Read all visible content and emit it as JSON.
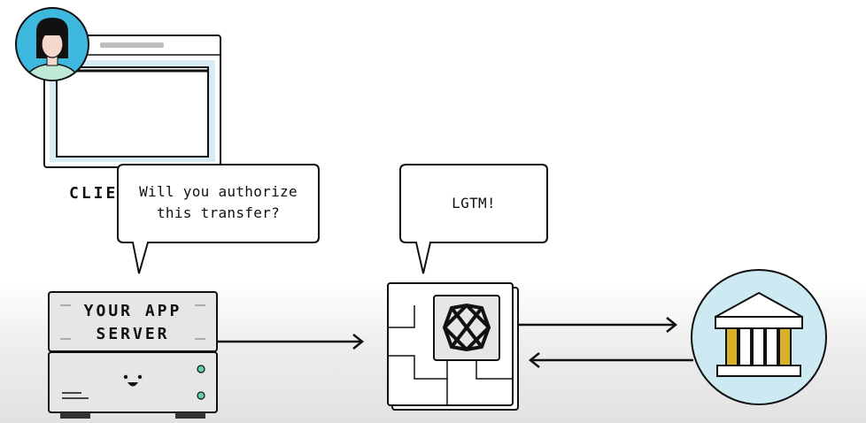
{
  "client": {
    "label": "CLIENT"
  },
  "server": {
    "label_line1": "YOUR APP",
    "label_line2": "SERVER"
  },
  "bubbles": {
    "authorize": {
      "line1": "Will you authorize",
      "line2": "this transfer?"
    },
    "reply": {
      "text": "LGTM!"
    }
  },
  "icons": {
    "user": "user-avatar-icon",
    "browser": "browser-window-icon",
    "server": "server-icon",
    "plaid": "plaid-logo-icon",
    "bank": "bank-icon"
  },
  "colors": {
    "avatar_bg": "#3fb8e0",
    "bank_bg": "#cdeaf2",
    "bank_gold": "#d9b02a",
    "browser_frame": "#cfe6f0",
    "stroke": "#111111"
  }
}
